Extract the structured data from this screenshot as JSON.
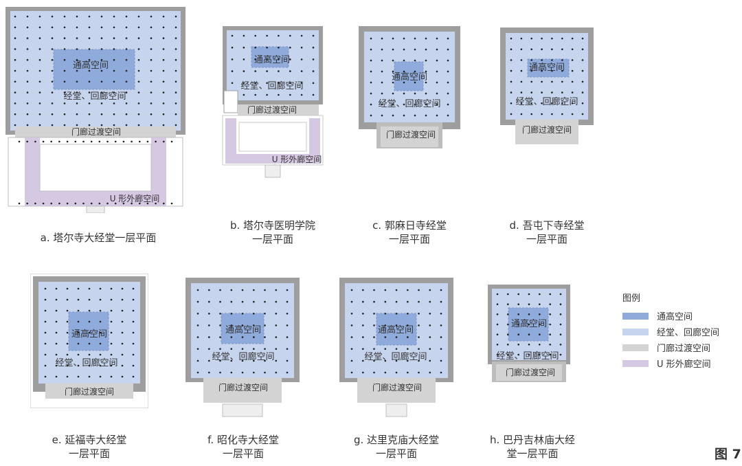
{
  "colors": {
    "tall": "#8fabdb",
    "hall": "#c6d4ee",
    "porch": "#d3d3d3",
    "u_corridor": "#d5c8e2",
    "wall": "#9e9e9e",
    "column": "#1f1f1f"
  },
  "labels": {
    "tall": "通高空间",
    "hall": "经堂、回廊空间",
    "porch": "门廊过渡空间",
    "u": "U 形外廊空间"
  },
  "captions": [
    {
      "id": "a",
      "lines": [
        "a. 塔尔寺大经堂一层平面"
      ]
    },
    {
      "id": "b",
      "lines": [
        "b. 塔尔寺医明学院",
        "一层平面"
      ]
    },
    {
      "id": "c",
      "lines": [
        "c. 郭麻日寺经堂",
        "一层平面"
      ]
    },
    {
      "id": "d",
      "lines": [
        "d. 吾屯下寺经堂",
        "一层平面"
      ]
    },
    {
      "id": "e",
      "lines": [
        "e. 延福寺大经堂",
        "一层平面"
      ]
    },
    {
      "id": "f",
      "lines": [
        "f. 昭化寺大经堂",
        "一层平面"
      ]
    },
    {
      "id": "g",
      "lines": [
        "g. 达里克庙大经堂",
        "一层平面"
      ]
    },
    {
      "id": "h",
      "lines": [
        "h. 巴丹吉林庙大经",
        "堂一层平面"
      ]
    }
  ],
  "legend": {
    "title": "图例",
    "items": [
      {
        "label": "通高空间",
        "color": "#8fabdb"
      },
      {
        "label": "经堂、回廊空间",
        "color": "#c6d4ee"
      },
      {
        "label": "门廊过渡空间",
        "color": "#d3d3d3"
      },
      {
        "label": "U 形外廊空间",
        "color": "#d5c8e2"
      }
    ]
  },
  "figure_number": "图 7"
}
